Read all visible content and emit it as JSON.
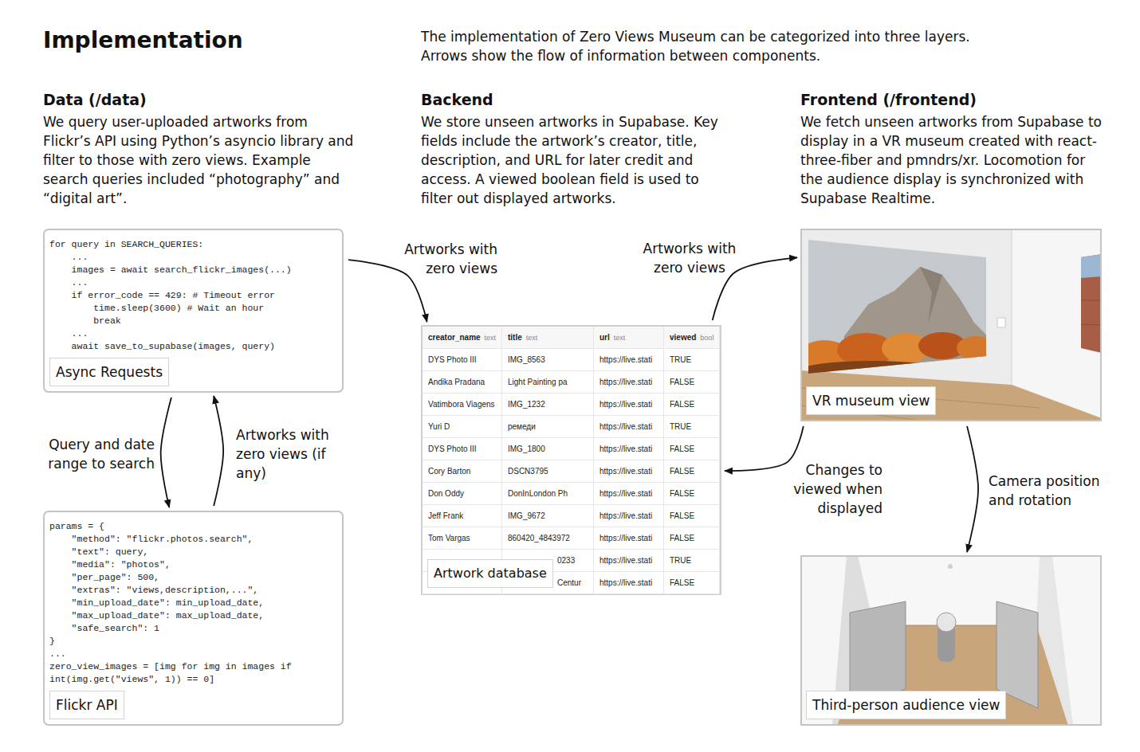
{
  "diagram": {
    "title": "Implementation",
    "nodes": [
      {
        "text": [
          "for query in SEARCH_QUERIES:",
          "    ...",
          "    images = await search_flickr_images(...)",
          "    ...",
          "    if error_code == 429: # Timeout error",
          "        time.sleep(3600) # Wait an hour",
          "        break",
          "    ...",
          "    await save_to_supabase(images, query)",
          "Async Requests"
        ]
      },
      {
        "text": [
          "creator_name",
          "text",
          "title",
          "text",
          "url",
          "text",
          "viewed",
          "bool",
          "DYS Photo III",
          "IMG_8563",
          "https://live.stati",
          "TRUE",
          "Andika Pradana",
          "Light Painting pa",
          "https://live.stati",
          "FALSE",
          "Vatimbora Viagens",
          "IMG_1232",
          "https://live.stati",
          "FALSE",
          "Yuri D",
          "ремеди",
          "https://live.stati",
          "TRUE",
          "DYS Photo III",
          "IMG_1800",
          "https://live.stati",
          "FALSE",
          "Cory Barton",
          "DSCN3795",
          "https://live.stati",
          "FALSE",
          "Don Oddy",
          "DonInLondon Ph",
          "https://live.stati",
          "FALSE",
          "Jeff Frank",
          "IMG_9672",
          "https://live.stati",
          "FALSE",
          "Tom Vargas",
          "860420_4843972",
          "https://live.stati",
          "FALSE",
          "0233",
          "https://live.stati",
          "TRUE",
          "Centur",
          "https://live.stati",
          "FALSE",
          "Artwork database"
        ]
      },
      {
        "text": [
          "VR museum view"
        ]
      },
      {
        "text": [
          "params = {",
          "    \"method\": \"flickr.photos.search\",",
          "    \"text\": query,",
          "    \"media\": \"photos\",",
          "    \"per_page\": 500,",
          "    \"extras\": \"views,description,...\",",
          "    \"min_upload_date\": min_upload_date,",
          "    \"max_upload_date\": max_upload_date,",
          "    \"safe_search\": 1",
          "}",
          "...",
          "zero_view_images = [img for img in images if",
          "int(img.get(\"views\", 1)) == 0]",
          "Flickr API"
        ]
      },
      {
        "text": [
          "Third-person audience view"
        ]
      }
    ],
    "edges": [
      {
        "from": 0,
        "to": 1,
        "label": "Artworks with zero views",
        "arrow": "to"
      },
      {
        "from": 1,
        "to": 2,
        "label": "Artworks with zero views",
        "arrow": "to"
      },
      {
        "from": 2,
        "to": 1,
        "label": "Changes to viewed when displayed",
        "arrow": "to"
      },
      {
        "from": 2,
        "to": 4,
        "label": "Camera position and rotation",
        "arrow": "to"
      },
      {
        "from": 0,
        "to": 3,
        "label": "Query and date range to search",
        "arrow": "to"
      },
      {
        "from": 3,
        "to": 0,
        "label": "Artworks with zero views (if any)",
        "arrow": "to"
      }
    ],
    "labels": [
      "The implementation of Zero Views Museum can be categorized into three layers. Arrows show the flow of information between components.",
      "Data (/data)",
      "We query user-uploaded artworks from Flickr’s API using Python’s asyncio library and filter to those with zero views. Example search queries included “photography” and “digital art”.",
      "Backend",
      "We store unseen artworks in Supabase. Key fields include the artwork’s creator, title, description, and URL for later credit and access. A viewed boolean field is used to filter out displayed artworks.",
      "Frontend (/frontend)",
      "We fetch unseen artworks from Supabase to display in a VR museum created with react-three-fiber and pmndrs/xr. Locomotion for the audience display is synchronized with Supabase Realtime."
    ]
  }
}
